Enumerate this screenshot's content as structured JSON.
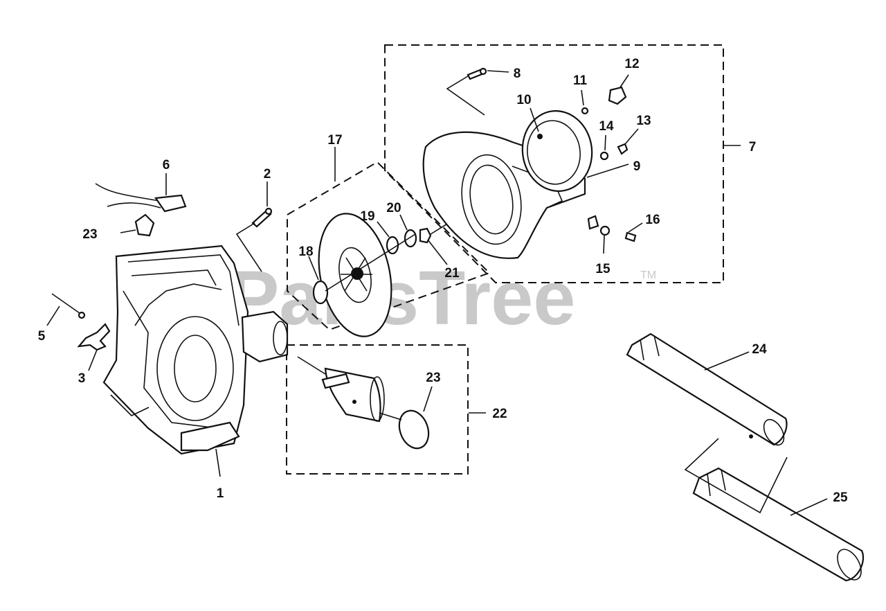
{
  "watermark": {
    "text": "PartsTree",
    "trademark": "TM"
  },
  "callouts": {
    "c1": "1",
    "c2": "2",
    "c3": "3",
    "c5": "5",
    "c6": "6",
    "c7": "7",
    "c8": "8",
    "c9": "9",
    "c10": "10",
    "c11": "11",
    "c12": "12",
    "c13": "13",
    "c14": "14",
    "c15": "15",
    "c16": "16",
    "c17": "17",
    "c18": "18",
    "c19": "19",
    "c20": "20",
    "c21": "21",
    "c22": "22",
    "c23a": "23",
    "c23b": "23",
    "c24": "24",
    "c25": "25"
  }
}
